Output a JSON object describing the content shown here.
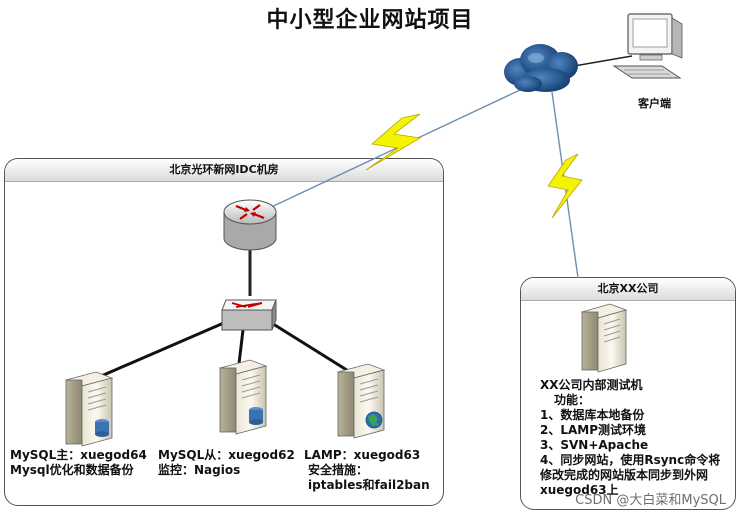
{
  "title": "中小型企业网站项目",
  "client": {
    "label": "客户端"
  },
  "idc": {
    "title": "北京光环新网IDC机房"
  },
  "office": {
    "title": "北京XX公司",
    "server_heading": "XX公司内部测试机",
    "func_label": "功能：",
    "functions": [
      "1、数据库本地备份",
      "2、LAMP测试环境",
      "3、SVN+Apache",
      "4、同步网站，使用Rsync命令将",
      "修改完成的网站版本同步到外网",
      "xuegod63上"
    ]
  },
  "servers": [
    {
      "line1": "MySQL主：xuegod64",
      "line2": "Mysql优化和数据备份"
    },
    {
      "line1": "MySQL从：xuegod62",
      "line2": "监控：Nagios"
    },
    {
      "line1": "LAMP：xuegod63",
      "line2": "安全措施：",
      "line3": "iptables和fail2ban"
    }
  ],
  "watermark": "CSDN @大白菜和MySQL",
  "colors": {
    "link": "#6f8fb0",
    "bolt": "#f4f400",
    "cloud": "#1c4f8a",
    "router": "#c00000"
  }
}
